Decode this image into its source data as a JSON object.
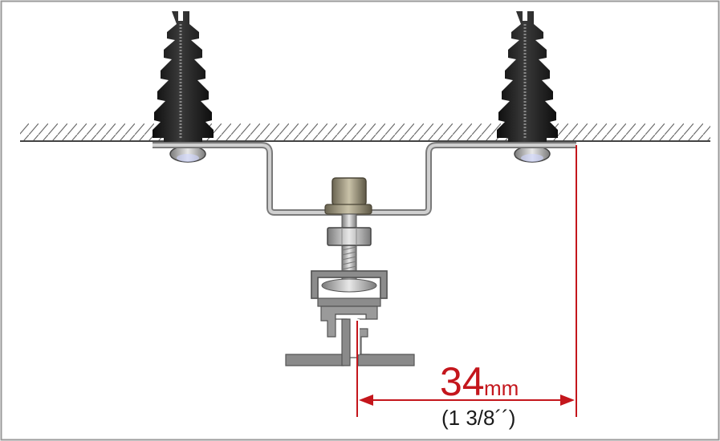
{
  "dimension": {
    "value": "34",
    "unit": "mm",
    "imperial": "(1 3/8´´)"
  },
  "colors": {
    "dimension": "#c4161c",
    "frame": "#8c8c8c",
    "profile": "#8f8f8f",
    "anchor": "#1a1a1a",
    "hatch": "#555555"
  }
}
